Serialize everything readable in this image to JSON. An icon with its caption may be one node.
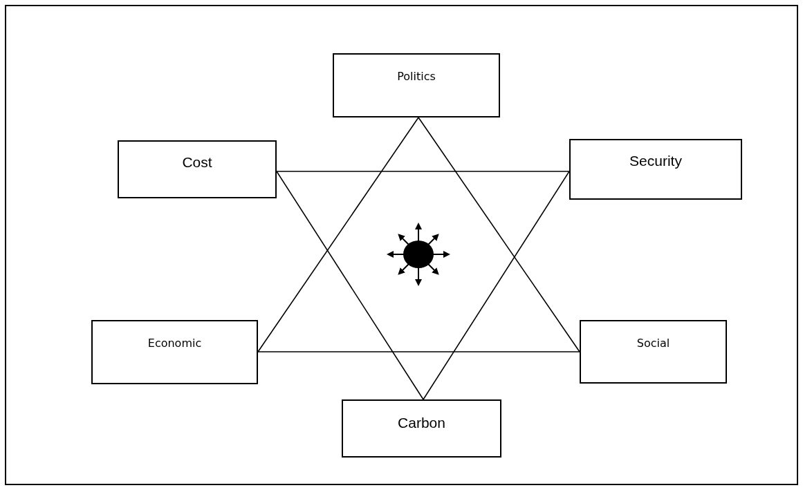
{
  "diagram": {
    "nodes": [
      {
        "text": [
          "Politics"
        ]
      },
      {
        "text": [
          "Cost"
        ]
      },
      {
        "text": [
          "Security"
        ]
      },
      {
        "text": [
          "Economic"
        ]
      },
      {
        "text": [
          "Social"
        ]
      },
      {
        "text": [
          "Carbon"
        ]
      }
    ],
    "edges": [
      {
        "from": 0,
        "to": 3,
        "arrow": "none"
      },
      {
        "from": 3,
        "to": 4,
        "arrow": "none"
      },
      {
        "from": 4,
        "to": 0,
        "arrow": "none"
      },
      {
        "from": 1,
        "to": 2,
        "arrow": "none"
      },
      {
        "from": 2,
        "to": 5,
        "arrow": "none"
      },
      {
        "from": 5,
        "to": 1,
        "arrow": "none"
      }
    ]
  }
}
